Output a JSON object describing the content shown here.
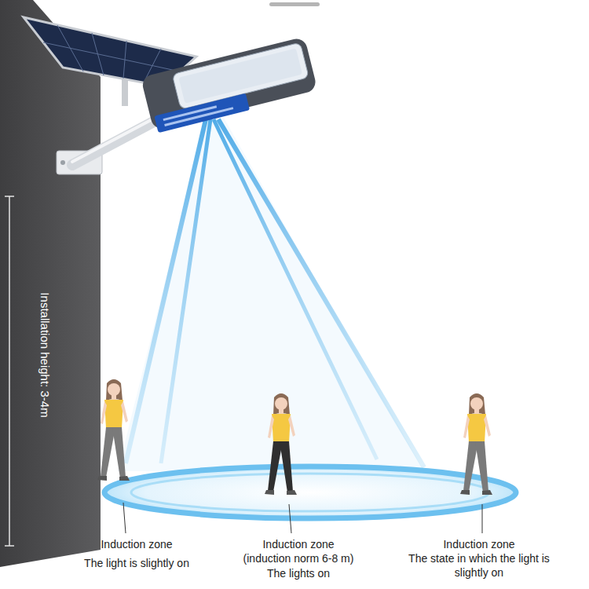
{
  "diagram": {
    "labels": [
      "Installation height: 3-4m",
      "Induction zone",
      "The light is slightly on",
      "Induction zone",
      "(induction norm 6-8 m)",
      "The lights on",
      "Induction zone",
      "The state in which the light is slightly on"
    ]
  }
}
